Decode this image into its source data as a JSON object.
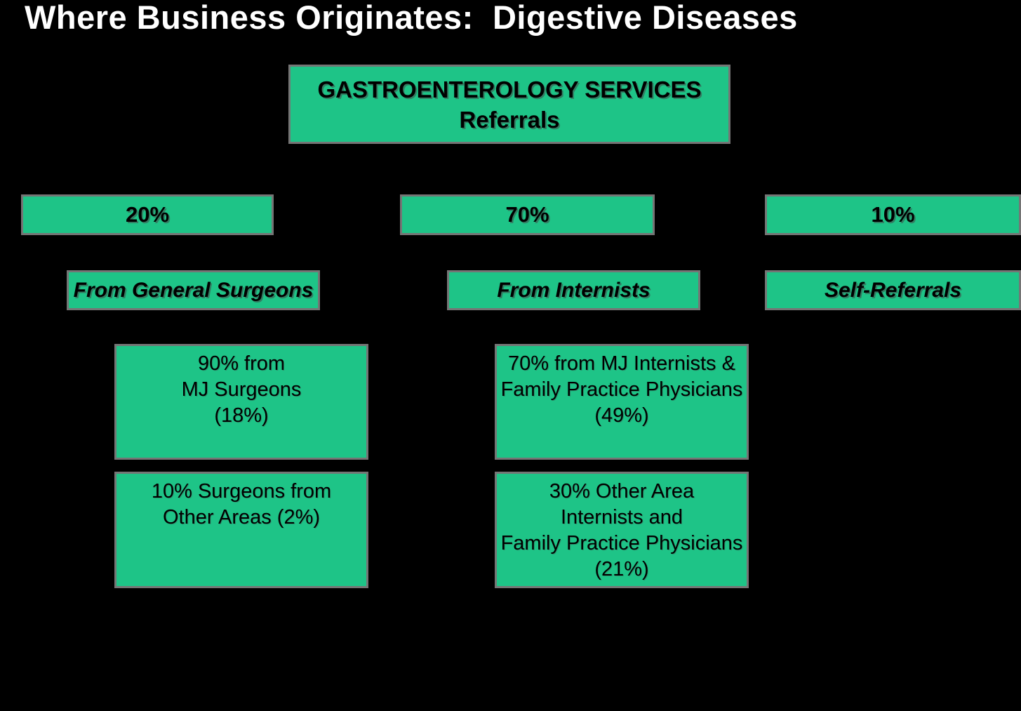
{
  "title": "Where Business Originates:  Digestive Diseases",
  "colors": {
    "background": "#000000",
    "box_fill": "#1EC487",
    "box_border": "#757575",
    "box_text": "#000000",
    "title_text": "#FFFFFF"
  },
  "root_box": {
    "label": "GASTROENTEROLOGY SERVICES\nReferrals"
  },
  "columns": [
    {
      "id": "general-surgeons",
      "percent": "20%",
      "source_label": "From General Surgeons",
      "details": [
        "90% from\nMJ Surgeons\n(18%)",
        "10% Surgeons from\nOther Areas (2%)"
      ]
    },
    {
      "id": "internists",
      "percent": "70%",
      "source_label": "From Internists",
      "details": [
        "70% from MJ Internists &\nFamily Practice Physicians\n(49%)",
        "30% Other Area\nInternists and\nFamily Practice Physicians\n(21%)"
      ]
    },
    {
      "id": "self-referrals",
      "percent": "10%",
      "source_label": "Self-Referrals",
      "details": []
    }
  ]
}
